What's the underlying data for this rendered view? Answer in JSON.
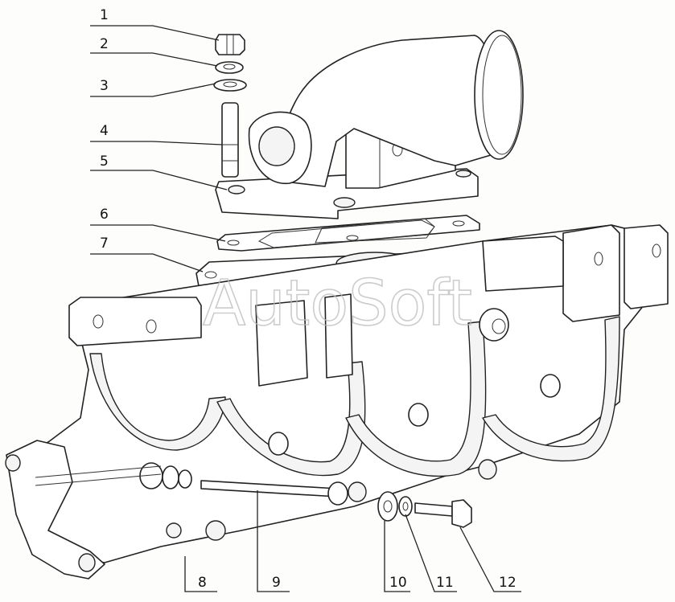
{
  "watermark": "AutoSoft",
  "callouts": [
    {
      "id": "1",
      "label": "1"
    },
    {
      "id": "2",
      "label": "2"
    },
    {
      "id": "3",
      "label": "3"
    },
    {
      "id": "4",
      "label": "4"
    },
    {
      "id": "5",
      "label": "5"
    },
    {
      "id": "6",
      "label": "6"
    },
    {
      "id": "7",
      "label": "7"
    },
    {
      "id": "8",
      "label": "8"
    },
    {
      "id": "9",
      "label": "9"
    },
    {
      "id": "10",
      "label": "10"
    },
    {
      "id": "11",
      "label": "11"
    },
    {
      "id": "12",
      "label": "12"
    }
  ]
}
